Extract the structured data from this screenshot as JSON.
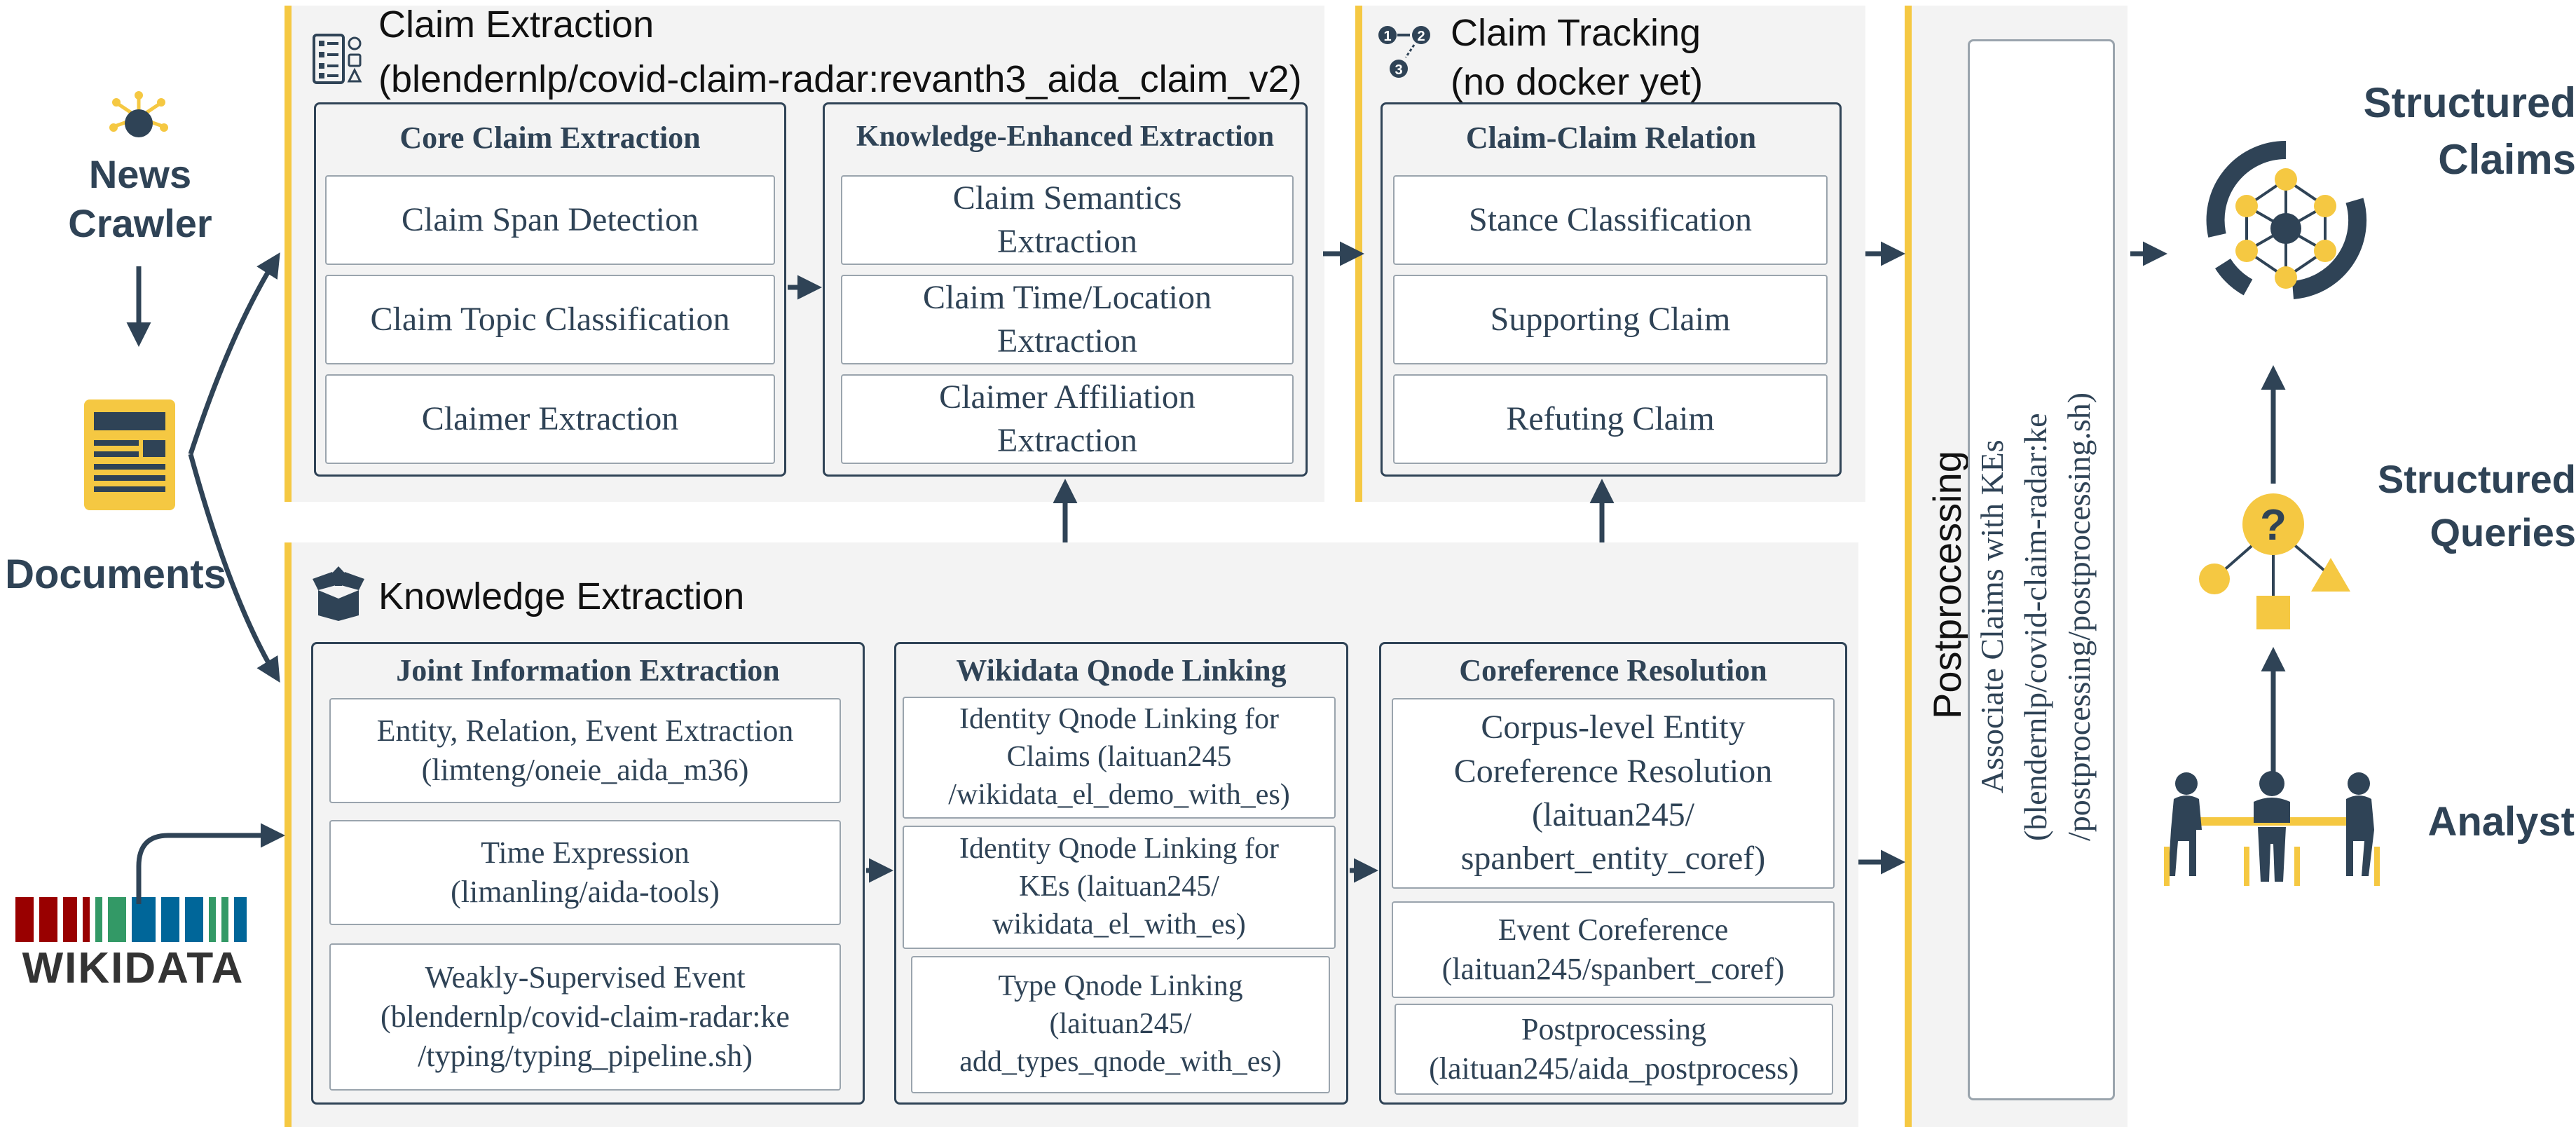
{
  "left": {
    "news_crawler": "News\nCrawler",
    "documents": "Documents",
    "wikidata": "WIKIDATA"
  },
  "claim_extraction": {
    "title": "Claim Extraction",
    "subtitle": "(blendernlp/covid-claim-radar:revanth3_aida_claim_v2)",
    "core": {
      "title": "Core Claim Extraction",
      "items": [
        "Claim Span Detection",
        "Claim Topic Classification",
        "Claimer Extraction"
      ]
    },
    "knowledge": {
      "title": "Knowledge-Enhanced Extraction",
      "items": [
        "Claim Semantics\nExtraction",
        "Claim Time/Location\nExtraction",
        "Claimer Affiliation\nExtraction"
      ]
    }
  },
  "claim_tracking": {
    "title": "Claim Tracking",
    "subtitle": "(no docker yet)",
    "relation": {
      "title": "Claim-Claim Relation",
      "items": [
        "Stance Classification",
        "Supporting Claim",
        "Refuting Claim"
      ]
    }
  },
  "knowledge_extraction": {
    "title": "Knowledge Extraction",
    "joint": {
      "title": "Joint Information Extraction",
      "items": [
        "Entity, Relation, Event Extraction\n(limteng/oneie_aida_m36)",
        "Time Expression\n(limanling/aida-tools)",
        "Weakly-Supervised Event\n(blendernlp/covid-claim-radar:ke\n/typing/typing_pipeline.sh)"
      ]
    },
    "wikidata_linking": {
      "title": "Wikidata Qnode Linking",
      "items": [
        "Identity Qnode Linking for\nClaims (laituan245\n/wikidata_el_demo_with_es)",
        "Identity Qnode Linking for\nKEs (laituan245/\nwikidata_el_with_es)",
        "Type Qnode Linking\n(laituan245/\nadd_types_qnode_with_es)"
      ]
    },
    "coref": {
      "title": "Coreference Resolution",
      "items": [
        "Corpus-level Entity\nCoreference Resolution\n(laituan245/\nspanbert_entity_coref)",
        "Event Coreference\n(laituan245/spanbert_coref)",
        "Postprocessing\n(laituan245/aida_postprocess)"
      ]
    }
  },
  "postprocessing": {
    "title": "Postprocessing",
    "box_text": [
      "Associate Claims with KEs",
      "(blendernlp/covid-claim-radar:ke",
      "/postprocessing/postprocessing.sh)"
    ]
  },
  "right": {
    "structured_claims": "Structured\nClaims",
    "structured_queries": "Structured\nQueries",
    "analyst": "Analyst"
  },
  "colors": {
    "navy": "#2f4356",
    "yellow": "#f5c842",
    "panel": "#f3f3f3",
    "wikidata_red": "#990000",
    "wikidata_green": "#339966",
    "wikidata_blue": "#006699"
  },
  "icons": {
    "news_crawler": "crawler-icon",
    "documents": "document-icon",
    "claim_extraction": "checklist-icon",
    "claim_tracking": "numbered-steps-icon",
    "knowledge_extraction": "open-box-icon",
    "structured_claims": "network-icon",
    "structured_queries": "question-shapes-icon",
    "analyst": "people-meeting-icon"
  }
}
